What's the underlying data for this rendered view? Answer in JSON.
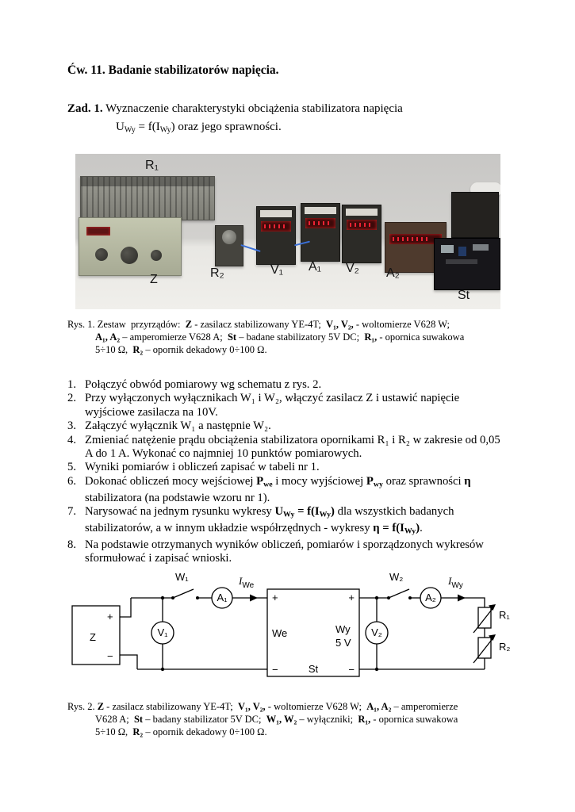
{
  "title": "Ćw. 11. Badanie stabilizatorów napięcia.",
  "task": {
    "label": "Zad. 1.",
    "intro": " Wyznaczenie charakterystyki obciążenia stabilizatora napięcia",
    "formula": [
      {
        "t": "U"
      },
      {
        "t": "Wy",
        "f": "sub"
      },
      {
        "t": " = f(I"
      },
      {
        "t": "Wy",
        "f": "sub"
      },
      {
        "t": ") oraz jego sprawności."
      }
    ]
  },
  "photo": {
    "labels": {
      "r1": "R₁",
      "z": "Z",
      "r2": "R₂",
      "v1": "V₁",
      "a1": "A₁",
      "v2": "V₂",
      "a2": "A₂",
      "st": "St"
    }
  },
  "captions": {
    "fig1": [
      [
        {
          "t": "Rys. 1. Zestaw  przyrządów:  "
        },
        {
          "t": "Z",
          "f": "b"
        },
        {
          "t": " - zasilacz stabilizowany YE-4T;  "
        },
        {
          "t": "V₁, V₂,",
          "f": "b"
        },
        {
          "t": " - woltomierze V628 W;"
        }
      ],
      [
        {
          "t": "A₁, A₂",
          "f": "b"
        },
        {
          "t": " – amperomierze V628 A;  "
        },
        {
          "t": "St",
          "f": "b"
        },
        {
          "t": " – badane stabilizatory 5V DC;  "
        },
        {
          "t": "R₁,",
          "f": "b"
        },
        {
          "t": " - opornica suwakowa"
        }
      ],
      [
        {
          "t": "5÷10 Ω,  "
        },
        {
          "t": "R₂",
          "f": "b"
        },
        {
          "t": " – opornik dekadowy 0÷100 Ω."
        }
      ]
    ],
    "fig2": [
      [
        {
          "t": "Rys. 2. "
        },
        {
          "t": "Z",
          "f": "b"
        },
        {
          "t": " - zasilacz stabilizowany YE-4T;  "
        },
        {
          "t": "V₁, V₂,",
          "f": "b"
        },
        {
          "t": " - woltomierze V628 W;  "
        },
        {
          "t": "A₁, A₂",
          "f": "b"
        },
        {
          "t": " – amperomierze"
        }
      ],
      [
        {
          "t": "V628 A;  "
        },
        {
          "t": "St",
          "f": "b"
        },
        {
          "t": " – badany stabilizator 5V DC;  "
        },
        {
          "t": "W₁, W₂",
          "f": "b"
        },
        {
          "t": " – wyłączniki;  "
        },
        {
          "t": "R₁,",
          "f": "b"
        },
        {
          "t": " - opornica suwakowa"
        }
      ],
      [
        {
          "t": "5÷10 Ω,  "
        },
        {
          "t": "R₂",
          "f": "b"
        },
        {
          "t": " – opornik dekadowy 0÷100 Ω."
        }
      ]
    ]
  },
  "instructions": [
    {
      "num": "1.",
      "segments": [
        {
          "t": "Połączyć obwód pomiarowy wg schematu z rys. 2."
        }
      ]
    },
    {
      "num": "2.",
      "segments": [
        {
          "t": "Przy wyłączonych wyłącznikach W₁ i W₂, włączyć zasilacz Z i ustawić napięcie wyjściowe zasilacza na 10V."
        }
      ]
    },
    {
      "num": "3.",
      "segments": [
        {
          "t": "Załączyć wyłącznik W₁ a następnie W₂."
        }
      ]
    },
    {
      "num": "4.",
      "segments": [
        {
          "t": "Zmieniać natężenie prądu obciążenia stabilizatora opornikami R₁ i R₂ w zakresie od 0,05 A do 1 A. Wykonać co najmniej 10 punktów pomiarowych."
        }
      ]
    },
    {
      "num": "5.",
      "segments": [
        {
          "t": "Wyniki pomiarów i obliczeń zapisać w tabeli nr 1."
        }
      ]
    },
    {
      "num": "6.",
      "segments": [
        {
          "t": "Dokonać obliczeń mocy wejściowej "
        },
        {
          "t": "P",
          "f": "b"
        },
        {
          "t": "we",
          "f": "b sub"
        },
        {
          "t": " i mocy wyjściowej "
        },
        {
          "t": "P",
          "f": "b"
        },
        {
          "t": "wy",
          "f": "b sub"
        },
        {
          "t": " oraz sprawności "
        },
        {
          "t": "η",
          "f": "b"
        },
        {
          "t": " stabilizatora (na podstawie wzoru nr 1)."
        }
      ]
    },
    {
      "num": "7.",
      "segments": [
        {
          "t": "Narysować na jednym rysunku wykresy "
        },
        {
          "t": "U",
          "f": "b"
        },
        {
          "t": "Wy",
          "f": "b sub"
        },
        {
          "t": " = f(I",
          "f": "b"
        },
        {
          "t": "Wy",
          "f": "b sub"
        },
        {
          "t": ")",
          "f": "b"
        },
        {
          "t": " dla wszystkich badanych stabilizatorów, a w innym układzie współrzędnych - wykresy "
        },
        {
          "t": "η = f(I",
          "f": "b"
        },
        {
          "t": "Wy",
          "f": "b sub"
        },
        {
          "t": ")",
          "f": "b"
        },
        {
          "t": "."
        }
      ]
    },
    {
      "num": "8.",
      "segments": [
        {
          "t": "Na podstawie otrzymanych wyników obliczeń, pomiarów i sporządzonych wykresów sformułować i zapisać wnioski."
        }
      ]
    }
  ],
  "diagram": {
    "z": "Z",
    "v1": "V₁",
    "a1": "A₁",
    "v2": "V₂",
    "a2": "A₂",
    "w1": "W₁",
    "w2": "W₂",
    "r1": "R₁",
    "r2": "R₂",
    "st": "St",
    "we": "We",
    "wy": "Wy",
    "volts": "5 V",
    "plus": "+",
    "minus": "−",
    "iwe_main": "I",
    "iwe_sub": "We",
    "iwy_main": "I",
    "iwy_sub": "Wy"
  }
}
